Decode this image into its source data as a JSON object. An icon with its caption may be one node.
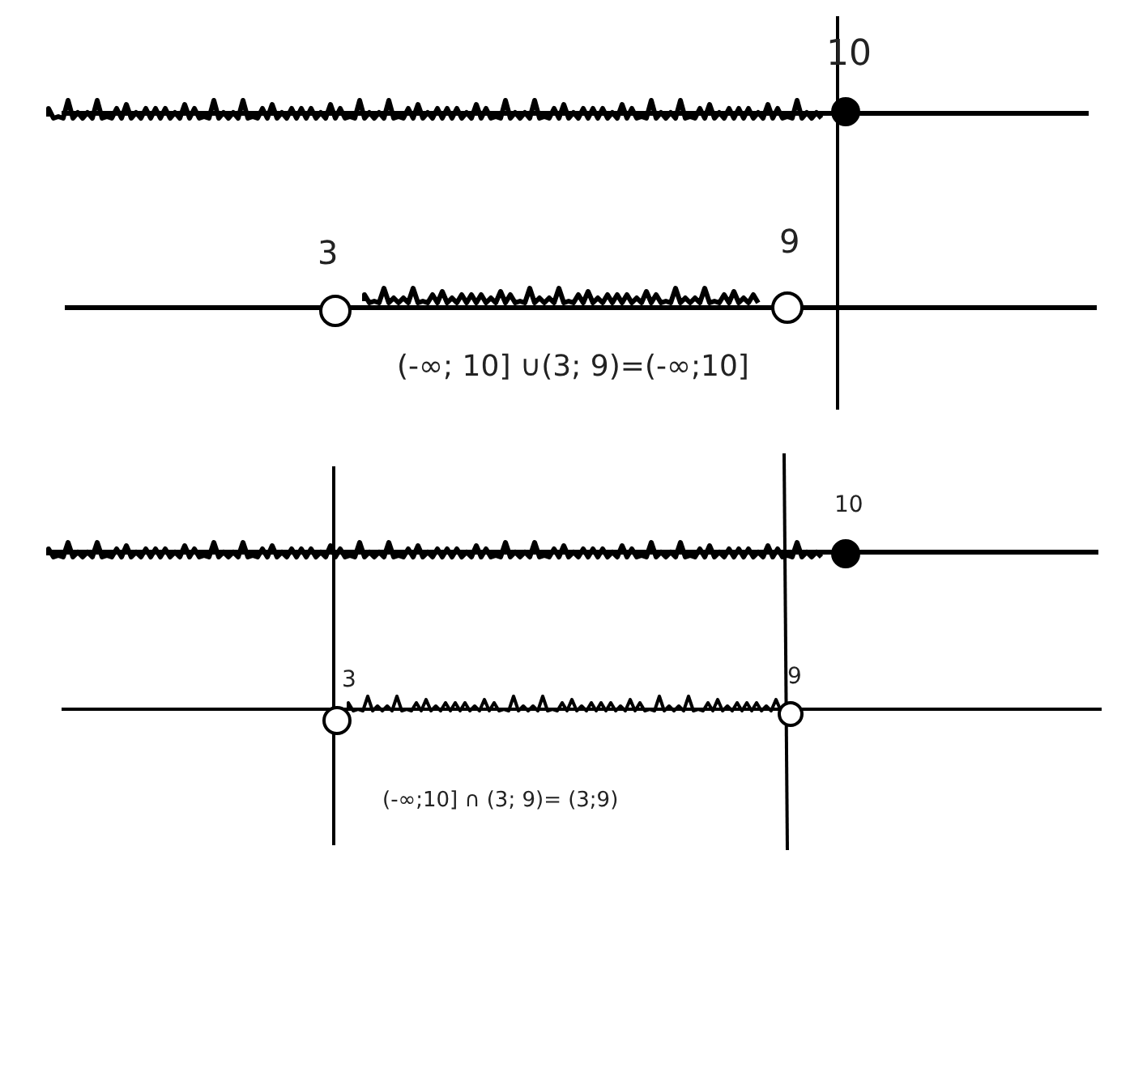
{
  "diagram": {
    "labels": [
      "10",
      "3",
      "9",
      "(-∞; 10] ∪(3; 9)=(-∞;10]",
      "10",
      "3",
      "9",
      "(-∞;10] ∩ (3; 9)= (3;9)"
    ]
  }
}
